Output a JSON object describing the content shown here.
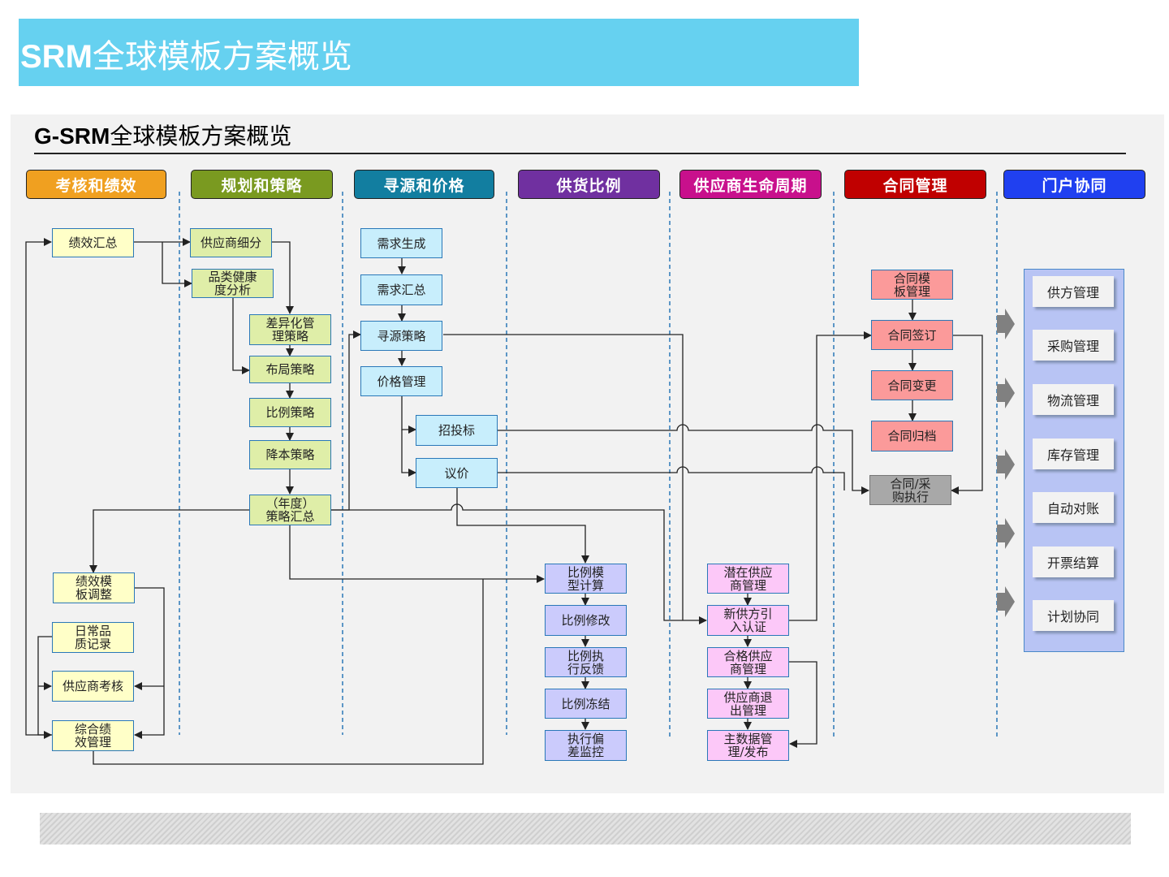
{
  "page": {
    "title_latin": "SRM",
    "title_cjk": "全球模板方案概览",
    "subtitle_latin": "G-SRM",
    "subtitle_cjk": "全球模板方案概览"
  },
  "columns": [
    {
      "label": "考核和绩效",
      "color": "#f0a020"
    },
    {
      "label": "规划和策略",
      "color": "#7a9a20"
    },
    {
      "label": "寻源和价格",
      "color": "#127ea0"
    },
    {
      "label": "供货比例",
      "color": "#7030a0"
    },
    {
      "label": "供应商生命周期",
      "color": "#c8108c"
    },
    {
      "label": "合同管理",
      "color": "#c00000"
    },
    {
      "label": "门户协同",
      "color": "#2040f0"
    }
  ],
  "nodes": {
    "perf_summary": "绩效汇总",
    "perf_template": "绩效模板调整",
    "daily_quality": "日常品质记录",
    "supplier_eval": "供应商考核",
    "overall_perf": "综合绩效管理",
    "supplier_segment": "供应商细分",
    "category_health": "品类健康度分析",
    "diff_strategy": "差异化管理策略",
    "layout_strategy": "布局策略",
    "ratio_strategy": "比例策略",
    "cost_strategy": "降本策略",
    "annual_summary": "（年度）策略汇总",
    "demand_gen": "需求生成",
    "demand_sum": "需求汇总",
    "sourcing_strategy": "寻源策略",
    "price_mgmt": "价格管理",
    "bidding": "招投标",
    "negotiation": "议价",
    "ratio_model": "比例模型计算",
    "ratio_modify": "比例修改",
    "ratio_feedback": "比例执行反馈",
    "ratio_freeze": "比例冻结",
    "deviation_monitor": "执行偏差监控",
    "potential_supplier": "潜在供应商管理",
    "new_supplier_cert": "新供方引入认证",
    "qualified_supplier": "合格供应商管理",
    "supplier_exit": "供应商退出管理",
    "master_data": "主数据管理/发布",
    "contract_template": "合同模板管理",
    "contract_sign": "合同签订",
    "contract_change": "合同变更",
    "contract_archive": "合同归档",
    "contract_exec": "合同/采购执行"
  },
  "portal_items": [
    "供方管理",
    "采购管理",
    "物流管理",
    "库存管理",
    "自动对账",
    "开票结算",
    "计划协同"
  ]
}
